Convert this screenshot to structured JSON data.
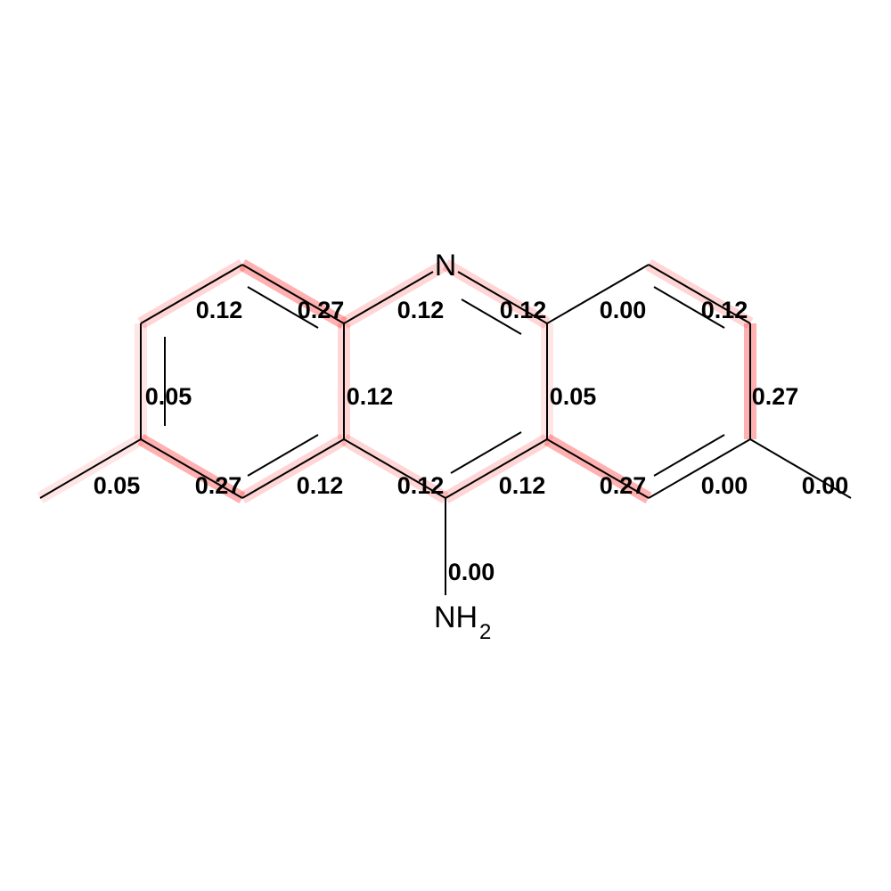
{
  "molecule": {
    "highlight_color": "#ff0000",
    "atoms": [
      {
        "id": "N1",
        "label": "N"
      },
      {
        "id": "N2",
        "label": "NH",
        "sub": "2"
      }
    ],
    "bonds": [
      {
        "id": "b1",
        "value": "0.12",
        "weight": 0.12
      },
      {
        "id": "b2",
        "value": "0.27",
        "weight": 0.27
      },
      {
        "id": "b3",
        "value": "0.12",
        "weight": 0.12
      },
      {
        "id": "b4",
        "value": "0.12",
        "weight": 0.12
      },
      {
        "id": "b5",
        "value": "0.00",
        "weight": 0.0
      },
      {
        "id": "b6",
        "value": "0.12",
        "weight": 0.12
      },
      {
        "id": "b7",
        "value": "0.05",
        "weight": 0.05
      },
      {
        "id": "b8",
        "value": "0.12",
        "weight": 0.12
      },
      {
        "id": "b9",
        "value": "0.05",
        "weight": 0.05
      },
      {
        "id": "b10",
        "value": "0.27",
        "weight": 0.27
      },
      {
        "id": "b11",
        "value": "0.05",
        "weight": 0.05
      },
      {
        "id": "b12",
        "value": "0.27",
        "weight": 0.27
      },
      {
        "id": "b13",
        "value": "0.12",
        "weight": 0.12
      },
      {
        "id": "b14",
        "value": "0.12",
        "weight": 0.12
      },
      {
        "id": "b15",
        "value": "0.12",
        "weight": 0.12
      },
      {
        "id": "b16",
        "value": "0.27",
        "weight": 0.27
      },
      {
        "id": "b17",
        "value": "0.00",
        "weight": 0.0
      },
      {
        "id": "b18",
        "value": "0.00",
        "weight": 0.0
      },
      {
        "id": "b19",
        "value": "0.00",
        "weight": 0.0
      }
    ]
  }
}
